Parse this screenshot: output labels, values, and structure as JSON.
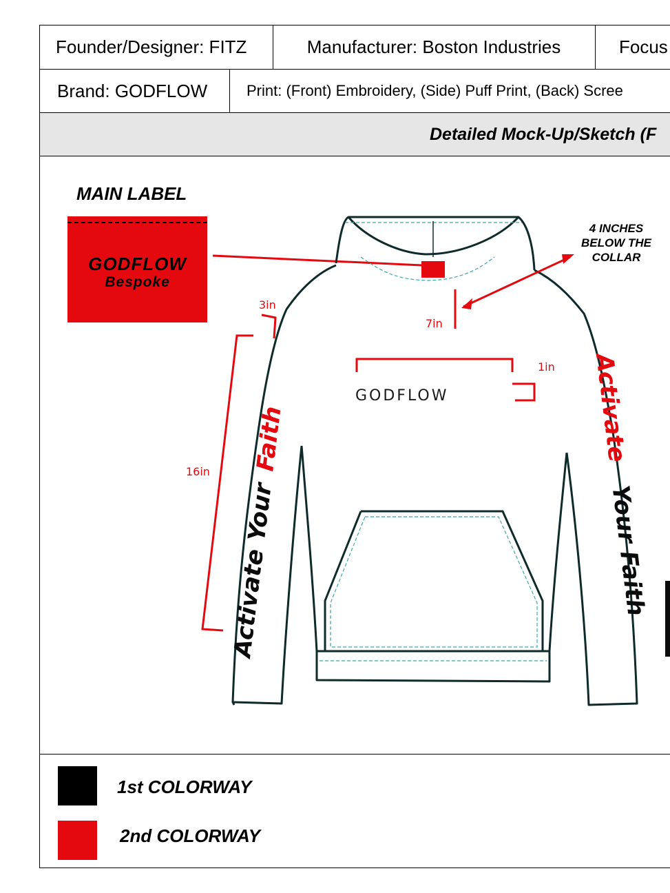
{
  "header": {
    "founder": "Founder/Designer: FITZ",
    "manufacturer": "Manufacturer: Boston Industries",
    "focus": "Focus",
    "brand": "Brand: GODFLOW",
    "print": "Print: (Front) Embroidery, (Side) Puff Print, (Back) Scree",
    "mockup_title": "Detailed Mock-Up/Sketch (F"
  },
  "main_label": {
    "title": "MAIN LABEL",
    "brand": "GODFLOW",
    "line2": "Bespoke",
    "color": "#e4090e"
  },
  "garment": {
    "chest_logo": "GODFLOW",
    "sleeve_text_white": "Activate Your",
    "sleeve_text_red": "Faith",
    "right_sleeve_red": "Activate",
    "right_sleeve_black": "Your Faith",
    "collar_note": [
      "4 INCHES",
      "BELOW THE",
      "COLLAR"
    ]
  },
  "dimensions": {
    "logo_width": "7in",
    "logo_height": "1in",
    "sleeve_width": "3in",
    "sleeve_length": "16in"
  },
  "colorways": [
    {
      "label": "1st COLORWAY",
      "color": "#000000"
    },
    {
      "label": "2nd COLORWAY",
      "color": "#e4090e"
    }
  ],
  "colors": {
    "outline": "#0e2a2a",
    "accent_red": "#e4090e",
    "mockup_band": "#e6e6e6"
  }
}
